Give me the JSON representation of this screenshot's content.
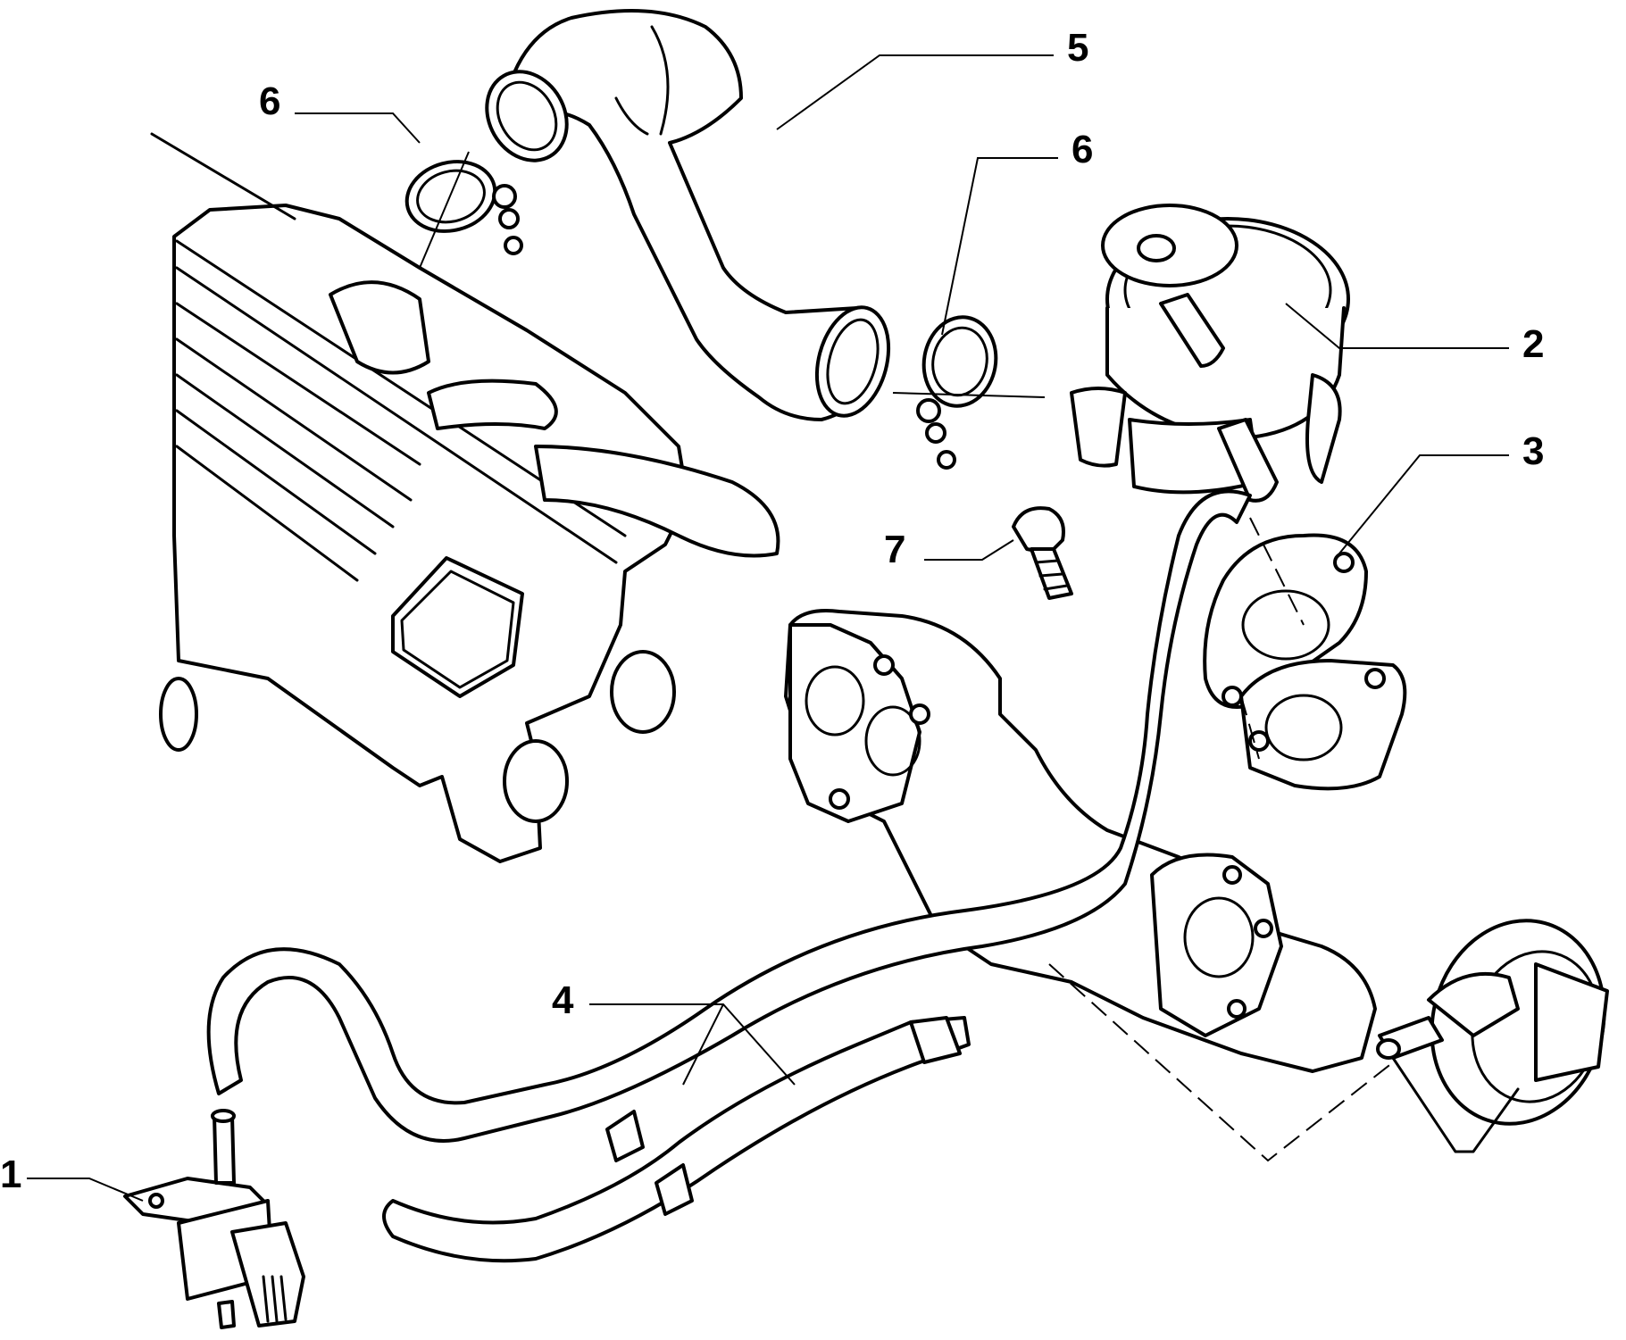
{
  "callouts": [
    {
      "id": "1",
      "label": "1"
    },
    {
      "id": "2",
      "label": "2"
    },
    {
      "id": "3",
      "label": "3"
    },
    {
      "id": "4",
      "label": "4"
    },
    {
      "id": "5",
      "label": "5"
    },
    {
      "id": "6a",
      "label": "6"
    },
    {
      "id": "6b",
      "label": "6"
    },
    {
      "id": "7",
      "label": "7"
    }
  ],
  "colors": {
    "line": "#000000",
    "background": "#ffffff"
  }
}
